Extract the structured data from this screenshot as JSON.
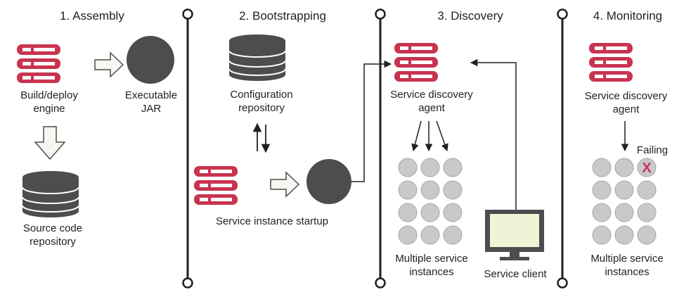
{
  "sections": [
    {
      "title": "1. Assembly"
    },
    {
      "title": "2. Bootstrapping"
    },
    {
      "title": "3. Discovery"
    },
    {
      "title": "4. Monitoring"
    }
  ],
  "labels": {
    "build_deploy_engine": "Build/deploy\nengine",
    "executable_jar": "Executable\nJAR",
    "source_code_repository": "Source code\nrepository",
    "configuration_repository": "Configuration\nrepository",
    "service_instance_startup": "Service instance startup",
    "service_discovery_agent_3": "Service discovery\nagent",
    "multiple_service_instances_3": "Multiple service\ninstances",
    "service_client": "Service client",
    "service_discovery_agent_4": "Service discovery\nagent",
    "failing": "Failing",
    "multiple_service_instances_4": "Multiple service\ninstances"
  },
  "failed_instance_mark": "X",
  "colors": {
    "server_red": "#c8344f",
    "dark_gray": "#4d4d4f",
    "circle_gray": "#c9c9cb",
    "circle_stroke": "#a6a6a8",
    "line_black": "#231f20",
    "monitor_green": "#eef5d6",
    "fail_red": "#c8344f"
  }
}
